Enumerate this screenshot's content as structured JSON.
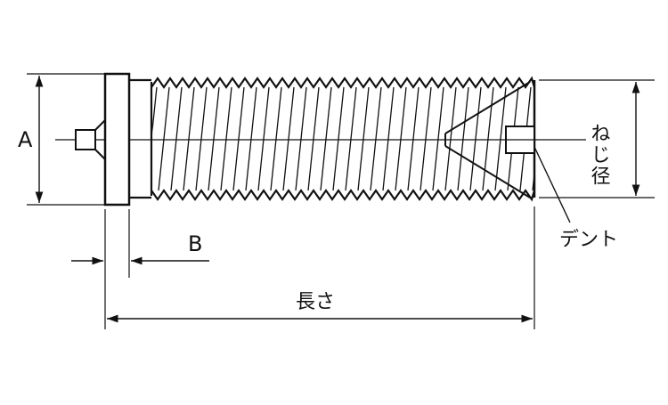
{
  "labels": {
    "dim_a": "A",
    "dim_b": "B",
    "thread_diameter": "ねじ径",
    "dent": "デント",
    "length": "長さ"
  }
}
